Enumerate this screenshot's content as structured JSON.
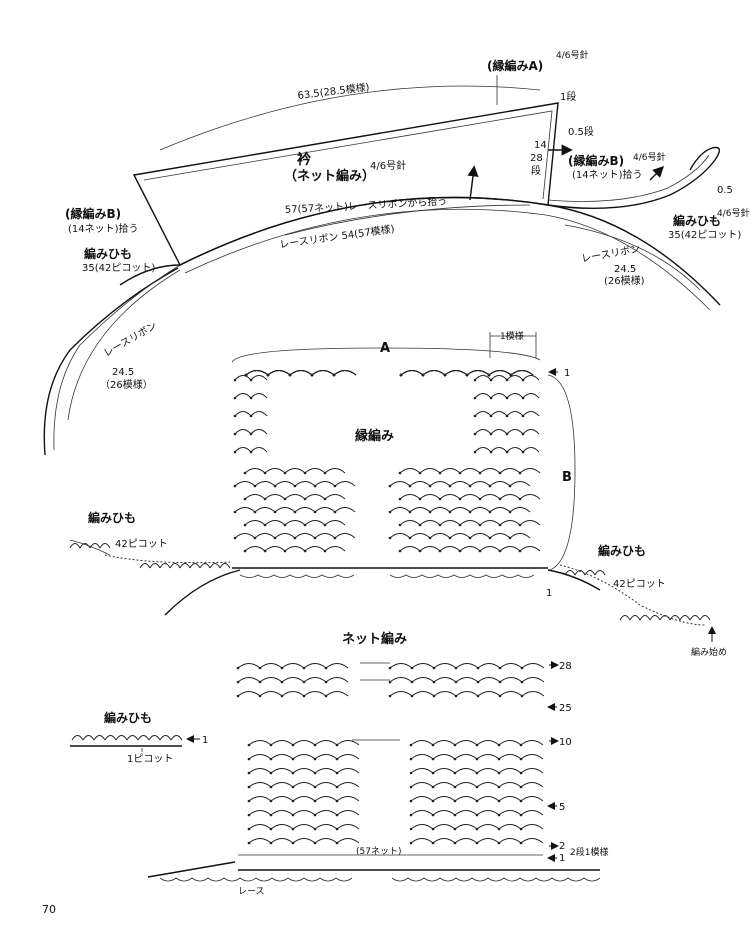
{
  "collar": {
    "title": "衿",
    "stitch": "（ネット編み）",
    "needle": "4/6号針",
    "width_top": "63.5(28.5模様)",
    "pickup_bottom": "57(57ネット)レースリボンから拾う",
    "lace_ribbon": "レースリボン 54(57模様)",
    "height": [
      "14",
      "28",
      "段"
    ],
    "half_row_1": "1段",
    "half_row_2": "0.5段"
  },
  "edge_a": {
    "label": "(縁編みA)",
    "needle": "4/6号針"
  },
  "edge_b_left": {
    "label": "(縁編みB)",
    "sub": "(14ネット)拾う"
  },
  "edge_b_right": {
    "label": "(縁編みB)",
    "sub": "(14ネット)拾う",
    "needle": "4/6号針"
  },
  "tie_left": {
    "label": "編みひも",
    "count": "35(42ピコット)"
  },
  "tie_right": {
    "label": "編みひも",
    "needle": "4/6号針",
    "count": "35(42ピコット)",
    "width": "0.5"
  },
  "ribbon_left": [
    "レースリボン",
    "24.5",
    "（26模様）"
  ],
  "ribbon_right": [
    "レースリボン",
    "24.5",
    "(26模様)"
  ],
  "edging_chart": {
    "title": "縁編み",
    "label_a": "A",
    "label_b": "B",
    "repeat": "1模様",
    "row_1": "1",
    "row_1_bottom": "1",
    "tie_left_label": "編みひも",
    "tie_left_count": "42ピコット",
    "tie_right_label": "編みひも",
    "tie_right_count": "42ピコット",
    "start": "編み始め"
  },
  "net_chart": {
    "title": "ネット編み",
    "rows": [
      "28",
      "25",
      "10",
      "5",
      "2",
      "1"
    ],
    "repeat": "2段1模様",
    "net_count": "(57ネット)",
    "lace": "レース"
  },
  "tie_chart": {
    "title": "編みひも",
    "row": "1",
    "picot": "1ピコット"
  },
  "page_number": "70"
}
